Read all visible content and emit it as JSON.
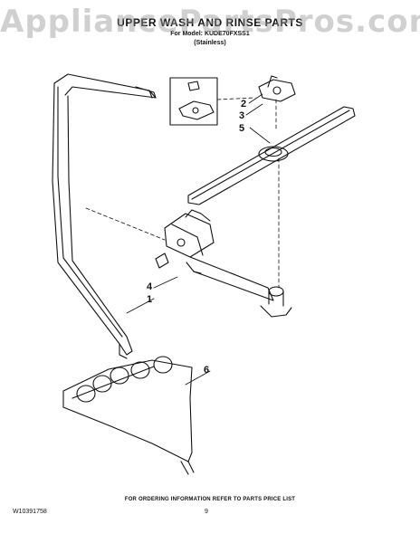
{
  "watermark": "AppliancePartsPros.com",
  "header": {
    "title": "UPPER WASH AND RINSE PARTS",
    "model_line": "For Model: KUDE70FXSS1",
    "finish_line": "(Stainless)"
  },
  "callouts": {
    "c2": "2",
    "c3": "3",
    "c5": "5",
    "c4": "4",
    "c1": "1",
    "c6": "6"
  },
  "footer": {
    "ordering_note": "FOR ORDERING INFORMATION REFER TO PARTS PRICE LIST",
    "document_id": "W10391758",
    "page_number": "9"
  }
}
